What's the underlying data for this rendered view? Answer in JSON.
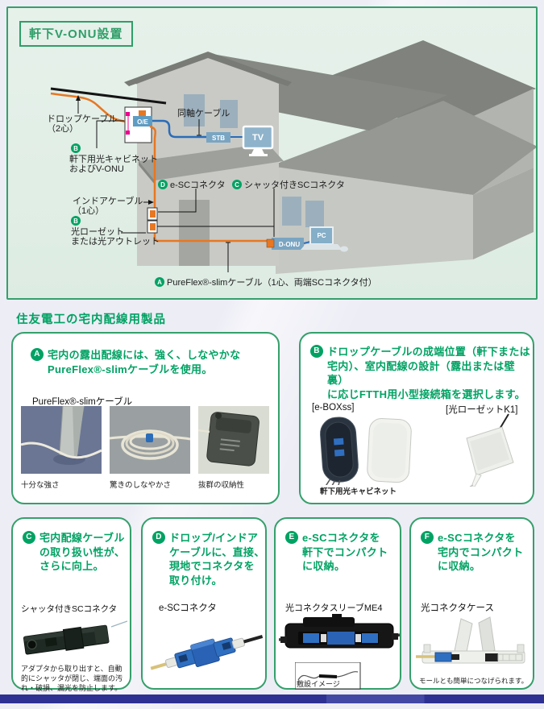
{
  "colors": {
    "green": "#00a263",
    "panel_border": "#35a06b",
    "orange_cable": "#e87722",
    "coax_blue": "#2b6cb8",
    "label_blue": "#7aa5c2",
    "footer_blue": "#2e3192"
  },
  "diagram": {
    "title": "軒下V-ONU設置",
    "drop_cable_1": "ドロップケーブル",
    "drop_cable_2": "（2心）",
    "cabinet_badge": "B",
    "cabinet_1": "軒下用光キャビネット",
    "cabinet_2": "およびV-ONU",
    "coax": "同軸ケーブル",
    "oe": "O/E",
    "stb": "STB",
    "tv": "TV",
    "esc_badge": "D",
    "esc": "e-SCコネクタ",
    "shutter_badge": "C",
    "shutter": "シャッタ付きSCコネクタ",
    "indoor_1": "インドアケーブル",
    "indoor_2": "（1心）",
    "rosette_badge": "B",
    "rosette_1": "光ローゼット",
    "rosette_2": "または光アウトレット",
    "donu": "D-ONU",
    "pc": "PC",
    "pureflex_badge": "A",
    "pureflex": "PureFlex®-slimケーブル（1心、両端SCコネクタ付）"
  },
  "section_title": "住友電工の宅内配線用製品",
  "card_a": {
    "badge": "A",
    "line1": "宅内の露出配線には、強く、しなやかな",
    "line2": "PureFlex®-slimケーブルを使用。",
    "product": "PureFlex®-slimケーブル",
    "captions": [
      "十分な強さ",
      "驚きのしなやかさ",
      "抜群の収納性"
    ]
  },
  "card_b": {
    "badge": "B",
    "line1": "ドロップケーブルの成端位置（軒下または",
    "line2": "宅内）、室内配線の設計（露出または壁裏）",
    "line3": "に応じFTTH用小型接続箱を選択します。",
    "item1": "[e-BOXss]",
    "item2": "[光ローゼットK1]",
    "caption": "軒下用光キャビネット"
  },
  "card_c": {
    "badge": "C",
    "line1": "宅内配線ケーブル",
    "line2": "の取り扱い性が、",
    "line3": "さらに向上。",
    "product": "シャッタ付きSCコネクタ",
    "note": "アダプタから取り出すと、自動的にシャッタが閉じ、端面の汚れ・破損、漏光を防止します。"
  },
  "card_d": {
    "badge": "D",
    "line1": "ドロップ/インドア",
    "line2": "ケーブルに、直接、",
    "line3": "現地でコネクタを",
    "line4": "取り付け。",
    "product": "e-SCコネクタ"
  },
  "card_e": {
    "badge": "E",
    "line1": "e-SCコネクタを",
    "line2": "軒下でコンパクト",
    "line3": "に収納。",
    "product": "光コネクタスリーブME4",
    "caption": "敷設イメージ"
  },
  "card_f": {
    "badge": "F",
    "line1": "e-SCコネクタを",
    "line2": "宅内でコンパクト",
    "line3": "に収納。",
    "product": "光コネクタケース",
    "note": "モールとも簡単につなげられます。"
  }
}
